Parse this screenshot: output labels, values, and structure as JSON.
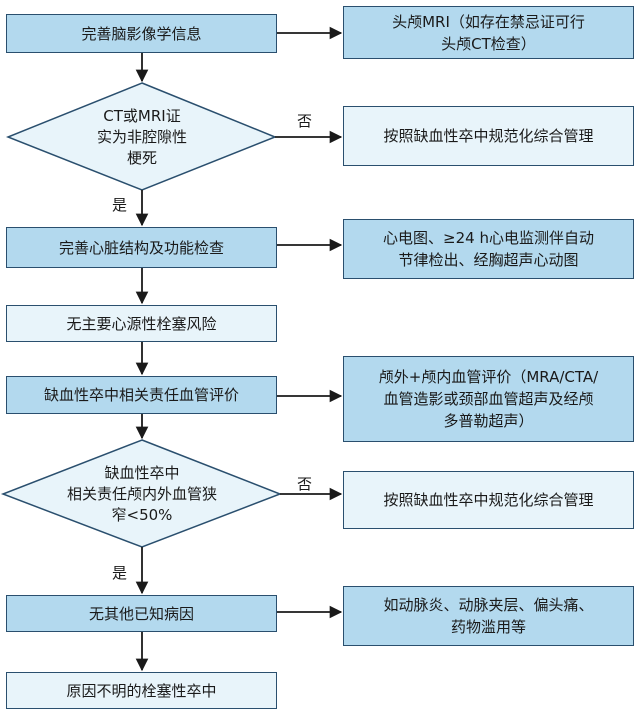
{
  "colors": {
    "box_blue": "#b3d9ee",
    "box_pale": "#e8f4fa",
    "border": "#2a4f6e",
    "line": "#1a1a1a"
  },
  "nodes": {
    "improve_brain_imaging": "完善脑影像学信息",
    "imaging_decision": "CT或MRI证\n实为非腔隙性\n梗死",
    "improve_cardiac_exam": "完善心脏结构及功能检查",
    "no_cardiogenic_risk": "无主要心源性栓塞风险",
    "vessel_evaluation": "缺血性卒中相关责任血管评价",
    "stenosis_decision": "缺血性卒中\n相关责任颅内外血管狭\n窄<50%",
    "no_other_cause": "无其他已知病因",
    "final_result": "原因不明的栓塞性卒中"
  },
  "side_nodes": {
    "head_mri": "头颅MRI（如存在禁忌证可行\n头颅CT检查）",
    "standard_management_1": "按照缺血性卒中规范化综合管理",
    "ecg_monitoring": "心电图、≥24 h心电监测伴自动\n节律检出、经胸超声心动图",
    "vascular_imaging": "颅外+颅内血管评价（MRA/CTA/\n血管造影或颈部血管超声及经颅\n多普勒超声）",
    "standard_management_2": "按照缺血性卒中规范化综合管理",
    "other_causes": "如动脉炎、动脉夹层、偏头痛、\n药物滥用等"
  },
  "labels": {
    "no_1": "否",
    "yes_1": "是",
    "no_2": "否",
    "yes_2": "是"
  }
}
